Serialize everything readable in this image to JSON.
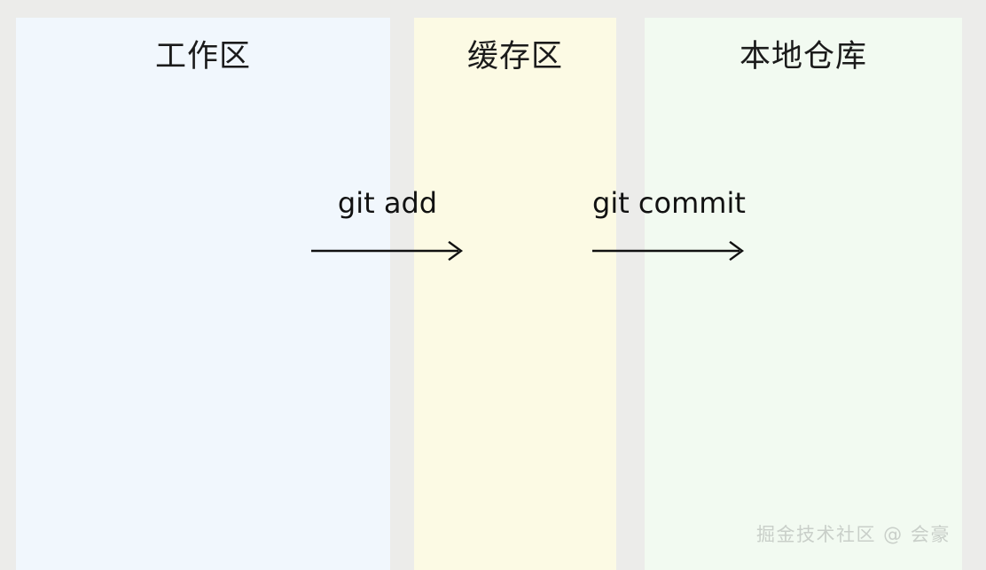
{
  "diagram": {
    "background_color": "#ececea",
    "zones": [
      {
        "key": "workspace",
        "title": "工作区",
        "color": "#f1f7fd"
      },
      {
        "key": "staging",
        "title": "缓存区",
        "color": "#fcfae4"
      },
      {
        "key": "repository",
        "title": "本地仓库",
        "color": "#f2faf1"
      }
    ],
    "transitions": [
      {
        "key": "add",
        "label": "git add",
        "from": "工作区",
        "to": "缓存区",
        "arrow": "arrow-right"
      },
      {
        "key": "commit",
        "label": "git commit",
        "from": "缓存区",
        "to": "本地仓库",
        "arrow": "arrow-right"
      }
    ],
    "watermark": {
      "text": "掘金技术社区 @ 会豪",
      "color": "#c9cfc9"
    }
  }
}
